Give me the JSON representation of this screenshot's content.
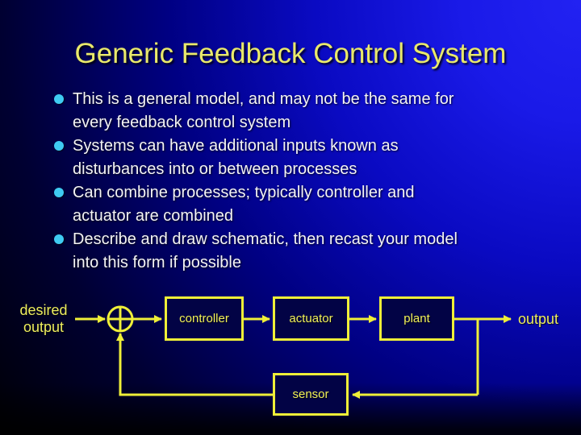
{
  "slide": {
    "title": "Generic Feedback Control System",
    "bullets": [
      {
        "lines": [
          "This is a general model, and may not be the same for",
          "every feedback control system"
        ]
      },
      {
        "lines": [
          "Systems can have additional inputs known as",
          "disturbances into or between processes"
        ]
      },
      {
        "lines": [
          "Can combine processes; typically controller and",
          "actuator are combined"
        ]
      },
      {
        "lines": [
          "Describe and draw schematic, then recast your model",
          "into this form if possible"
        ]
      }
    ]
  },
  "diagram": {
    "input_label_line1": "desired",
    "input_label_line2": "output",
    "blocks": [
      {
        "label": "controller"
      },
      {
        "label": "actuator"
      },
      {
        "label": "plant"
      },
      {
        "label": "sensor"
      }
    ],
    "output_label": "output"
  },
  "colors": {
    "background_bright_blue": "#1a1ae8",
    "background_dark": "#000000",
    "title_text": "#e9e96b",
    "body_text": "#f4f4f4",
    "bullet_marker": "#3fcbf2",
    "diagram_accent": "#efef38",
    "diagram_label_text": "#f1f15a"
  }
}
